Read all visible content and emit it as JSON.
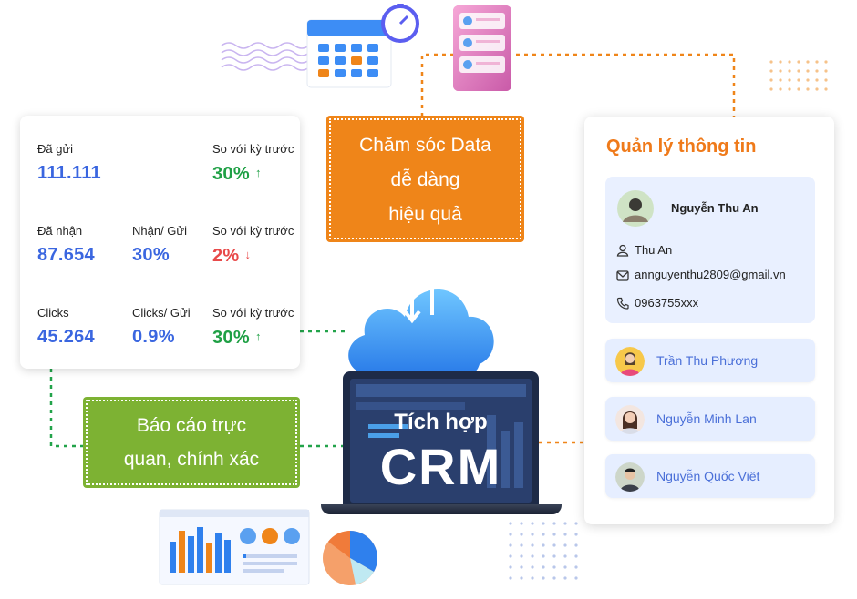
{
  "stats": {
    "sent_label": "Đã gửi",
    "sent_value": "111.111",
    "sent_compare_label": "So với kỳ trước",
    "sent_compare_value": "30%",
    "received_label": "Đã nhận",
    "received_value": "87.654",
    "received_ratio_label": "Nhận/ Gửi",
    "received_ratio_value": "30%",
    "received_compare_label": "So với kỳ trước",
    "received_compare_value": "2%",
    "clicks_label": "Clicks",
    "clicks_value": "45.264",
    "clicks_ratio_label": "Clicks/ Gửi",
    "clicks_ratio_value": "0.9%",
    "clicks_compare_label": "So với kỳ trước",
    "clicks_compare_value": "30%",
    "up_arrow": "↑",
    "down_arrow": "↓"
  },
  "badges": {
    "care_line1": "Chăm sóc Data",
    "care_line2": "dễ dàng",
    "care_line3": "hiệu quả",
    "report_line1": "Báo cáo trực",
    "report_line2": "quan, chính xác"
  },
  "crm": {
    "small": "Tích hợp",
    "big": "CRM"
  },
  "info": {
    "title": "Quản lý thông tin",
    "contact_name": "Nguyễn Thu An",
    "contact_username": "Thu An",
    "contact_email": "annguyenthu2809@gmail.vn",
    "contact_phone": "0963755xxx",
    "people": [
      "Trần Thu Phương",
      "Nguyễn Minh Lan",
      "Nguyễn Quốc Việt"
    ]
  },
  "colors": {
    "orange": "#ef8519",
    "green": "#7db233",
    "blue": "#3a66e0",
    "up": "#1fa045",
    "down": "#e84a4a"
  }
}
